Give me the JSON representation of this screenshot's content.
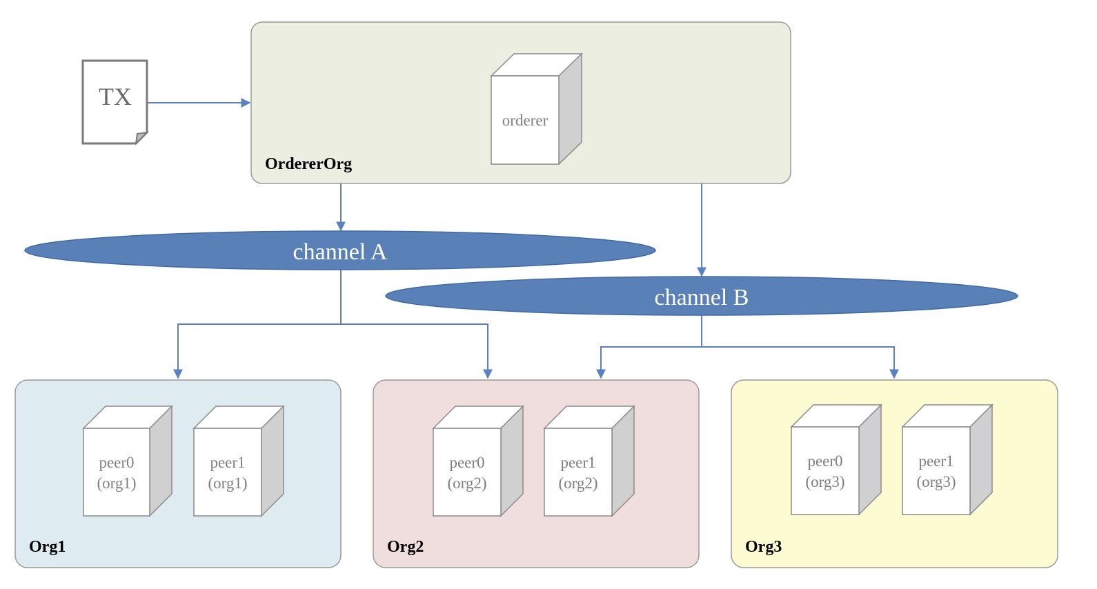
{
  "tx": {
    "label": "TX"
  },
  "orderer_org": {
    "label": "OrdererOrg",
    "fill": "#ebeee0",
    "node": {
      "label": "orderer"
    }
  },
  "channels": [
    {
      "label": "channel A",
      "fill": "#5a80b8"
    },
    {
      "label": "channel B",
      "fill": "#5a80b8"
    }
  ],
  "orgs": [
    {
      "label": "Org1",
      "fill": "#deecf2",
      "peers": [
        {
          "line1": "peer0",
          "line2": "(org1)"
        },
        {
          "line1": "peer1",
          "line2": "(org1)"
        }
      ]
    },
    {
      "label": "Org2",
      "fill": "#f0dede",
      "peers": [
        {
          "line1": "peer0",
          "line2": "(org2)"
        },
        {
          "line1": "peer1",
          "line2": "(org2)"
        }
      ]
    },
    {
      "label": "Org3",
      "fill": "#fdfbd2",
      "peers": [
        {
          "line1": "peer0",
          "line2": "(org3)"
        },
        {
          "line1": "peer1",
          "line2": "(org3)"
        }
      ]
    }
  ],
  "colors": {
    "connector": "#5a80c0",
    "box_border": "#9a9a9a",
    "node_face": "#ffffff",
    "node_side": "#d0d0d0"
  }
}
